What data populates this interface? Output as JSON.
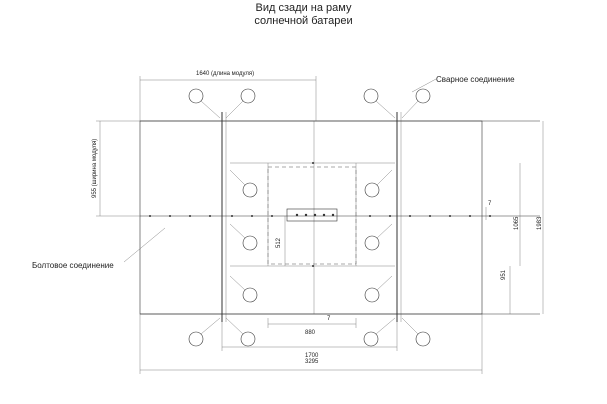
{
  "title": {
    "line1": "Вид сзади на раму",
    "line2": "солнечной батареи"
  },
  "callouts": {
    "welded": "Сварное соединение",
    "bolted": "Болтовое соединение"
  },
  "dimensions": {
    "module_length": "1640 (длина модуля)",
    "module_width": "955 (ширина модуля)",
    "d512": "512",
    "d7_right": "7",
    "d1065": "1065",
    "d1983": "1983",
    "d951": "951",
    "d880": "880",
    "d7_bottom": "7",
    "d1700": "1700",
    "d3295": "3295"
  }
}
